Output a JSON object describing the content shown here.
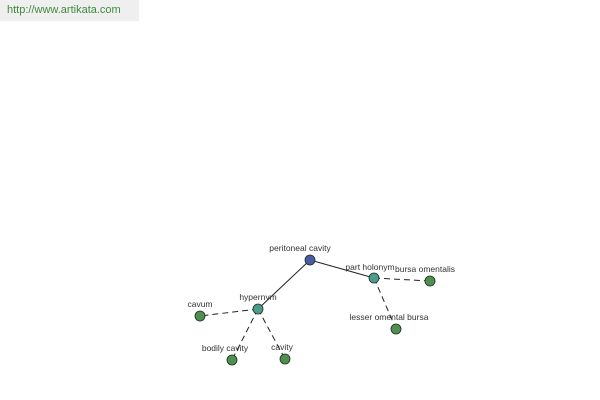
{
  "header": {
    "url_text": "http://www.artikata.com"
  },
  "colors": {
    "root": "#4a5aa6",
    "relation": "#4f9a8f",
    "leaf": "#4f8f4f",
    "watermark_text": "#3f8a3f",
    "watermark_bg": "#efefef"
  },
  "graph": {
    "root": {
      "label": "peritoneal cavity"
    },
    "relations": [
      {
        "label": "hypernym"
      },
      {
        "label": "part holonym"
      }
    ],
    "leaves": [
      {
        "label": "cavum"
      },
      {
        "label": "bodily cavity"
      },
      {
        "label": "cavity"
      },
      {
        "label": "bursa omentalis"
      },
      {
        "label": "lesser omental bursa"
      }
    ]
  }
}
